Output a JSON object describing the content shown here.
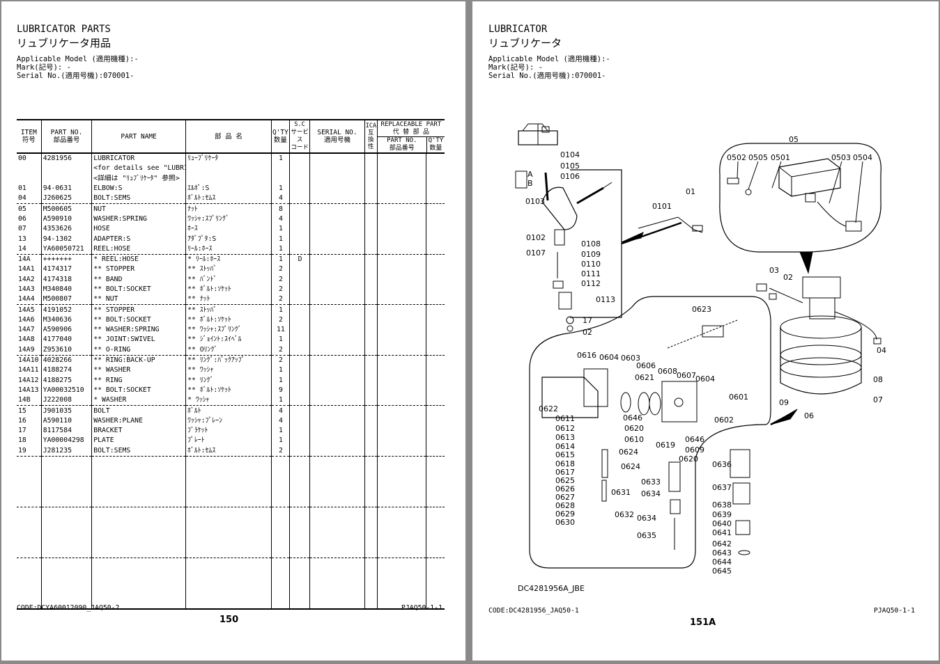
{
  "left": {
    "title": "LUBRICATOR PARTS",
    "title_jp": "リュブリケータ用品",
    "applicable_model": "Applicable Model (適用機種):-",
    "mark": "Mark(記号): -",
    "serial": "Serial No.(適用号機):070001-",
    "table": {
      "headers": {
        "item": "ITEM",
        "item_jp": "符号",
        "part_no": "PART NO.",
        "part_no_jp": "部品番号",
        "part_name": "PART NAME",
        "part_name_jp": "部 品 名",
        "qty": "Q'TY",
        "qty_jp": "数量",
        "sc": "S.C",
        "sc_jp": "サービス",
        "sc_jp2": "コード",
        "serial_no": "SERIAL NO.",
        "serial_no_jp": "適用号機",
        "ica": "ICA",
        "ica_jp": "互換性",
        "repl": "REPLACEABLE PART",
        "repl_jp": "代 替 部 品",
        "repl_part_no": "PART NO.",
        "repl_part_no_jp": "部品番号",
        "repl_qty": "Q'TY",
        "repl_qty_jp": "数量"
      },
      "rows": [
        {
          "item": "00",
          "part_no": "4281956",
          "name": "LUBRICATOR",
          "name_jp": "ﾘｭｰﾌﾞﾘｹｰﾀ",
          "qty": "1",
          "sc": "",
          "grp": false
        },
        {
          "item": "",
          "part_no": "",
          "name": "<for details see \"LUBRICATOR\">",
          "name_jp": "",
          "qty": "",
          "sc": "",
          "grp": false
        },
        {
          "item": "",
          "part_no": "",
          "name": "<詳細は \"ﾘｭﾌﾞﾘｹｰﾀ\" 参照>",
          "name_jp": "",
          "qty": "",
          "sc": "",
          "grp": false
        },
        {
          "item": "01",
          "part_no": "94-0631",
          "name": "ELBOW:S",
          "name_jp": "ｴﾙﾎﾞ:S",
          "qty": "1",
          "sc": "",
          "grp": false
        },
        {
          "item": "04",
          "part_no": "J260625",
          "name": "BOLT:SEMS",
          "name_jp": "ﾎﾞﾙﾄ:ｾﾑｽ",
          "qty": "4",
          "sc": "",
          "grp": false
        },
        {
          "item": "05",
          "part_no": "M500605",
          "name": "NUT",
          "name_jp": "ﾅｯﾄ",
          "qty": "8",
          "sc": "",
          "grp": true
        },
        {
          "item": "06",
          "part_no": "A590910",
          "name": "WASHER:SPRING",
          "name_jp": "ﾜｯｼｬ:ｽﾌﾟﾘﾝｸﾞ",
          "qty": "4",
          "sc": "",
          "grp": false
        },
        {
          "item": "07",
          "part_no": "4353626",
          "name": "HOSE",
          "name_jp": "ﾎｰｽ",
          "qty": "1",
          "sc": "",
          "grp": false
        },
        {
          "item": "13",
          "part_no": "94-1302",
          "name": "ADAPTER:S",
          "name_jp": "ｱﾀﾞﾌﾟﾀ:S",
          "qty": "1",
          "sc": "",
          "grp": false
        },
        {
          "item": "14",
          "part_no": "YA60050721",
          "name": "REEL:HOSE",
          "name_jp": "ﾘｰﾙ:ﾎｰｽ",
          "qty": "1",
          "sc": "",
          "grp": false
        },
        {
          "item": "14A",
          "part_no": "+++++++",
          "name": "* REEL:HOSE",
          "name_jp": "* ﾘｰﾙ:ﾎｰｽ",
          "qty": "1",
          "sc": "D",
          "grp": true
        },
        {
          "item": "14A1",
          "part_no": "4174317",
          "name": "** STOPPER",
          "name_jp": "** ｽﾄｯﾊﾟ",
          "qty": "2",
          "sc": "",
          "grp": false
        },
        {
          "item": "14A2",
          "part_no": "4174318",
          "name": "** BAND",
          "name_jp": "** ﾊﾞﾝﾄﾞ",
          "qty": "2",
          "sc": "",
          "grp": false
        },
        {
          "item": "14A3",
          "part_no": "M340840",
          "name": "** BOLT:SOCKET",
          "name_jp": "** ﾎﾞﾙﾄ:ｿｹｯﾄ",
          "qty": "2",
          "sc": "",
          "grp": false
        },
        {
          "item": "14A4",
          "part_no": "M500807",
          "name": "** NUT",
          "name_jp": "** ﾅｯﾄ",
          "qty": "2",
          "sc": "",
          "grp": false
        },
        {
          "item": "14A5",
          "part_no": "4191052",
          "name": "** STOPPER",
          "name_jp": "** ｽﾄｯﾊﾟ",
          "qty": "1",
          "sc": "",
          "grp": true
        },
        {
          "item": "14A6",
          "part_no": "M340636",
          "name": "** BOLT:SOCKET",
          "name_jp": "** ﾎﾞﾙﾄ:ｿｹｯﾄ",
          "qty": "2",
          "sc": "",
          "grp": false
        },
        {
          "item": "14A7",
          "part_no": "A590906",
          "name": "** WASHER:SPRING",
          "name_jp": "** ﾜｯｼｬ:ｽﾌﾟﾘﾝｸﾞ",
          "qty": "11",
          "sc": "",
          "grp": false
        },
        {
          "item": "14A8",
          "part_no": "4177040",
          "name": "** JOINT:SWIVEL",
          "name_jp": "** ｼﾞｮｲﾝﾄ:ｽｲﾍﾞﾙ",
          "qty": "1",
          "sc": "",
          "grp": false
        },
        {
          "item": "14A9",
          "part_no": "Z953610",
          "name": "** O-RING",
          "name_jp": "** Oﾘﾝｸﾞ",
          "qty": "2",
          "sc": "",
          "grp": false
        },
        {
          "item": "14A10",
          "part_no": "4028266",
          "name": "** RING:BACK-UP",
          "name_jp": "** ﾘﾝｸﾞ:ﾊﾞｯｸｱｯﾌﾟ",
          "qty": "2",
          "sc": "",
          "grp": true
        },
        {
          "item": "14A11",
          "part_no": "4188274",
          "name": "** WASHER",
          "name_jp": "** ﾜｯｼｬ",
          "qty": "1",
          "sc": "",
          "grp": false
        },
        {
          "item": "14A12",
          "part_no": "4188275",
          "name": "** RING",
          "name_jp": "** ﾘﾝｸﾞ",
          "qty": "1",
          "sc": "",
          "grp": false
        },
        {
          "item": "14A13",
          "part_no": "YA00032510",
          "name": "** BOLT:SOCKET",
          "name_jp": "** ﾎﾞﾙﾄ:ｿｹｯﾄ",
          "qty": "9",
          "sc": "",
          "grp": false
        },
        {
          "item": "14B",
          "part_no": "J222008",
          "name": "* WASHER",
          "name_jp": "* ﾜｯｼｬ",
          "qty": "1",
          "sc": "",
          "grp": false
        },
        {
          "item": "15",
          "part_no": "J901035",
          "name": "BOLT",
          "name_jp": "ﾎﾞﾙﾄ",
          "qty": "4",
          "sc": "",
          "grp": true
        },
        {
          "item": "16",
          "part_no": "A590110",
          "name": "WASHER:PLANE",
          "name_jp": "ﾜｯｼｬ:ﾌﾟﾚｰﾝ",
          "qty": "4",
          "sc": "",
          "grp": false
        },
        {
          "item": "17",
          "part_no": "8117584",
          "name": "BRACKET",
          "name_jp": "ﾌﾞﾗｹｯﾄ",
          "qty": "1",
          "sc": "",
          "grp": false
        },
        {
          "item": "18",
          "part_no": "YA00004298",
          "name": "PLATE",
          "name_jp": "ﾌﾟﾚｰﾄ",
          "qty": "1",
          "sc": "",
          "grp": false
        },
        {
          "item": "19",
          "part_no": "J281235",
          "name": "BOLT:SEMS",
          "name_jp": "ﾎﾞﾙﾄ:ｾﾑｽ",
          "qty": "2",
          "sc": "",
          "grp": false
        }
      ]
    },
    "code": "CODE:DCYA60012090_JAQ50-2",
    "ref": "PJAQ50-1-1",
    "page_number": "150"
  },
  "right": {
    "title": "LUBRICATOR",
    "title_jp": "リュブリケータ",
    "applicable_model": "Applicable Model (適用機種):-",
    "mark": "Mark(記号): -",
    "serial": "Serial No.(適用号機):070001-",
    "diagram_code": "DC4281956A_JBE",
    "code": "CODE:DC4281956_JAQ50-1",
    "ref": "PJAQ50-1-1",
    "page_number": "151A",
    "labels": {
      "l05": "05",
      "l0502": "0502",
      "l0505": "0505",
      "l0501": "0501",
      "l0503": "0503",
      "l0504": "0504",
      "l0104": "0104",
      "l0105": "0105",
      "l0106": "0106",
      "lA": "A",
      "lB": "B",
      "l01": "01",
      "l0101": "0101",
      "l0103": "0103",
      "l0102": "0102",
      "l0107": "0107",
      "l0108": "0108",
      "l0109": "0109",
      "l0110": "0110",
      "l0111": "0111",
      "l0112": "0112",
      "l0113": "0113",
      "l17": "17",
      "l02a": "02",
      "l03": "03",
      "l02b": "02",
      "l04": "04",
      "l08": "08",
      "l07": "07",
      "l09": "09",
      "l06": "06",
      "l0623": "0623",
      "l0616": "0616",
      "l0604a": "0604",
      "l0603": "0603",
      "l0606": "0606",
      "l0621": "0621",
      "l0608": "0608",
      "l0607": "0607",
      "l0604b": "0604",
      "l0601": "0601",
      "l0602": "0602",
      "l0622": "0622",
      "l0611": "0611",
      "l0612": "0612",
      "l0613": "0613",
      "l0614": "0614",
      "l0615": "0615",
      "l0618": "0618",
      "l0617": "0617",
      "l0625": "0625",
      "l0626": "0626",
      "l0627": "0627",
      "l0628": "0628",
      "l0629": "0629",
      "l0630": "0630",
      "l0646a": "0646",
      "l0620a": "0620",
      "l0610": "0610",
      "l0619": "0619",
      "l0646b": "0646",
      "l0609": "0609",
      "l0620b": "0620",
      "l0624a": "0624",
      "l0624b": "0624",
      "l0631": "0631",
      "l0632": "0632",
      "l0633": "0633",
      "l0634a": "0634",
      "l0634b": "0634",
      "l0635": "0635",
      "l0636": "0636",
      "l0637": "0637",
      "l0638": "0638",
      "l0639": "0639",
      "l0640": "0640",
      "l0641": "0641",
      "l0642": "0642",
      "l0643": "0643",
      "l0644": "0644",
      "l0645": "0645"
    }
  }
}
